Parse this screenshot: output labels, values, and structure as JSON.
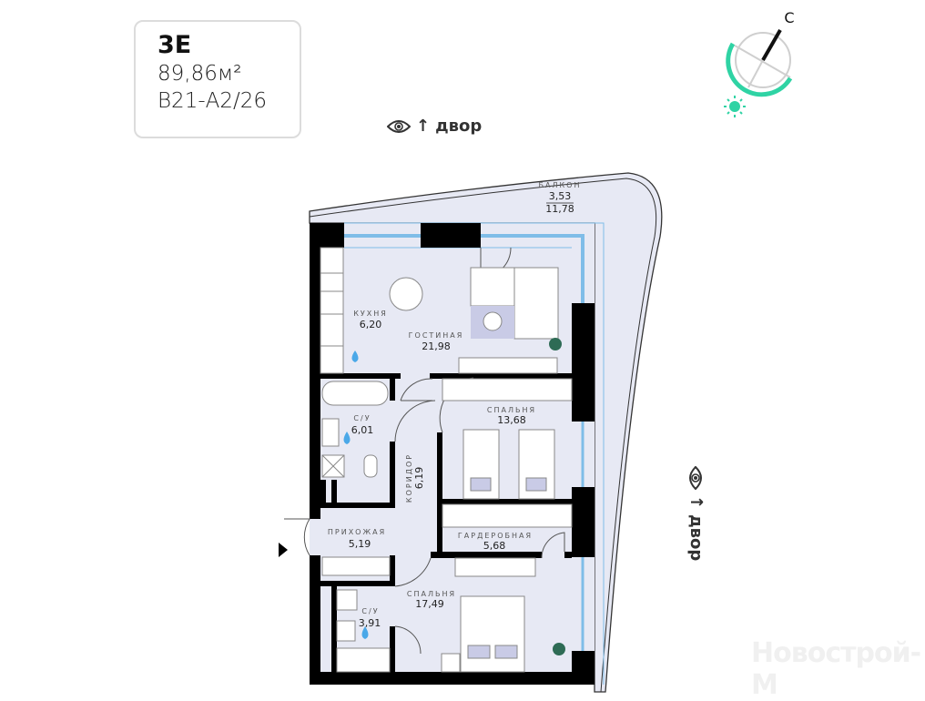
{
  "header": {
    "type": "3Е",
    "area": "89,86м²",
    "code": "В21-А2/26"
  },
  "compass": {
    "north_label": "С",
    "accent_color": "#2fd3a4"
  },
  "views": {
    "top": "двор",
    "right": "двор"
  },
  "rooms": {
    "balcony": {
      "label": "БАЛКОН",
      "area": "3,53",
      "area_full": "11,78"
    },
    "kitchen": {
      "label": "КУХНЯ",
      "area": "6,20"
    },
    "living": {
      "label": "ГОСТИНАЯ",
      "area": "21,98"
    },
    "bath1": {
      "label": "С/У",
      "area": "6,01"
    },
    "corridor": {
      "label": "КОРИДОР",
      "area": "6,19"
    },
    "bedroom1": {
      "label": "СПАЛЬНЯ",
      "area": "13,68"
    },
    "hall": {
      "label": "ПРИХОЖАЯ",
      "area": "5,19"
    },
    "wardrobe": {
      "label": "ГАРДЕРОБНАЯ",
      "area": "5,68"
    },
    "bedroom2": {
      "label": "СПАЛЬНЯ",
      "area": "17,49"
    },
    "bath2": {
      "label": "С/У",
      "area": "3,91"
    }
  },
  "colors": {
    "floor": "#e7e9f4",
    "wall": "#000000",
    "window": "#7fbde8",
    "water": "#4aa8e8"
  },
  "watermark": "Новострой-М"
}
